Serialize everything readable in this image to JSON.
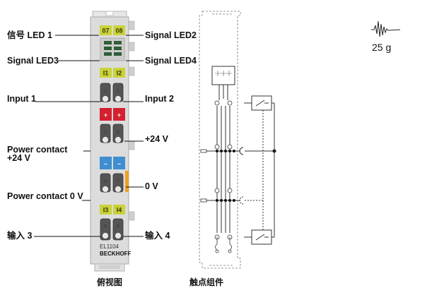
{
  "labels": {
    "signal_led1": "信号 LED 1",
    "signal_led2": "Signal LED2",
    "signal_led3": "Signal LED3",
    "signal_led4": "Signal LED4",
    "input1": "Input 1",
    "input2": "Input 2",
    "plus24v": "+24 V",
    "power_contact_24v_line1": "Power contact",
    "power_contact_24v_line2": "+24 V",
    "zero_v": "0 V",
    "power_contact_0v": "Power contact 0 V",
    "input3": "输入 3",
    "input4": "输入 4"
  },
  "module": {
    "led_top": [
      "07",
      "08"
    ],
    "led_mid": [
      "I1",
      "I2"
    ],
    "led_bottom": [
      "I3",
      "I4"
    ],
    "model": "EL1104",
    "brand": "BECKHOFF",
    "plus_sign": "+",
    "minus_sign": "–"
  },
  "terminal_numbers": [
    "1",
    "5",
    "2",
    "6",
    "3",
    "7",
    "4",
    "8"
  ],
  "captions": {
    "top_view": "俯视图",
    "contacts": "触点组件"
  },
  "weight": "25 g",
  "colors": {
    "led_yellow": "#c9d23a",
    "plus_red": "#d42030",
    "minus_blue": "#3f8ed0",
    "accent_orange": "#f0a020",
    "housing_gray": "#dcdcdc"
  }
}
